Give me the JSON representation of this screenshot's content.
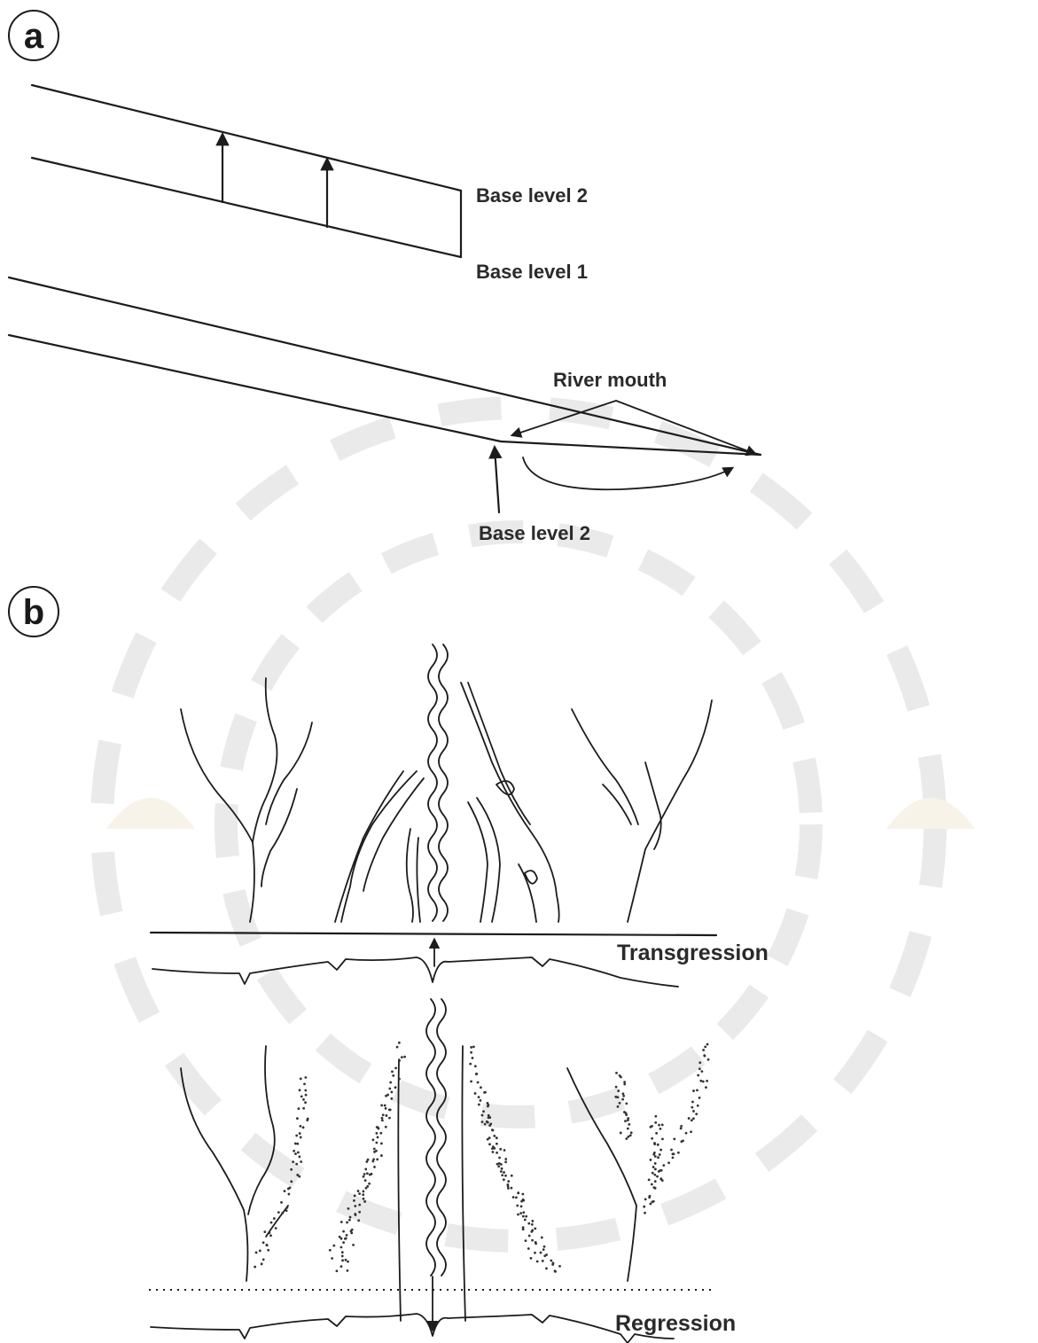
{
  "panel_a": {
    "letter": "a",
    "labels": {
      "base_level_2_top": "Base level 2",
      "base_level_1": "Base level 1",
      "river_mouth": "River mouth",
      "base_level_2_bottom": "Base level 2"
    }
  },
  "panel_b": {
    "letter": "b",
    "labels": {
      "transgression": "Transgression",
      "regression": "Regression"
    }
  },
  "colors": {
    "line": "#1c1c1c",
    "label": "#2a2a2a",
    "watermark": "#d9d9d9"
  }
}
